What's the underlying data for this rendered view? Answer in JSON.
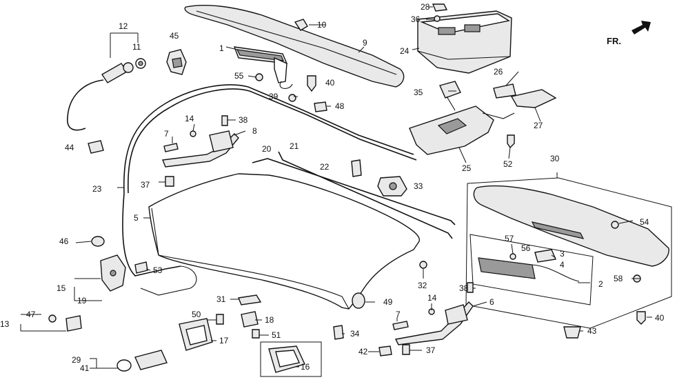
{
  "direction_indicator": {
    "label": "FR."
  },
  "callouts": {
    "c1": "1",
    "c2": "2",
    "c3": "3",
    "c4": "4",
    "c5": "5",
    "c6": "6",
    "c7a": "7",
    "c7b": "7",
    "c8": "8",
    "c9": "9",
    "c10": "10",
    "c11": "11",
    "c12": "12",
    "c13": "13",
    "c14a": "14",
    "c14b": "14",
    "c15": "15",
    "c16": "16",
    "c17": "17",
    "c18": "18",
    "c19": "19",
    "c20": "20",
    "c21": "21",
    "c22": "22",
    "c23": "23",
    "c24": "24",
    "c25": "25",
    "c26": "26",
    "c27": "27",
    "c28": "28",
    "c29": "29",
    "c30": "30",
    "c31": "31",
    "c32": "32",
    "c33": "33",
    "c34": "34",
    "c35": "35",
    "c36": "36",
    "c37a": "37",
    "c37b": "37",
    "c38a": "38",
    "c38b": "38",
    "c39": "39",
    "c40a": "40",
    "c40b": "40",
    "c41": "41",
    "c42": "42",
    "c43": "43",
    "c44": "44",
    "c45": "45",
    "c46": "46",
    "c47": "47",
    "c48": "48",
    "c49": "49",
    "c50": "50",
    "c51": "51",
    "c52": "52",
    "c53": "53",
    "c54": "54",
    "c55": "55",
    "c56": "56",
    "c57": "57",
    "c58": "58"
  }
}
